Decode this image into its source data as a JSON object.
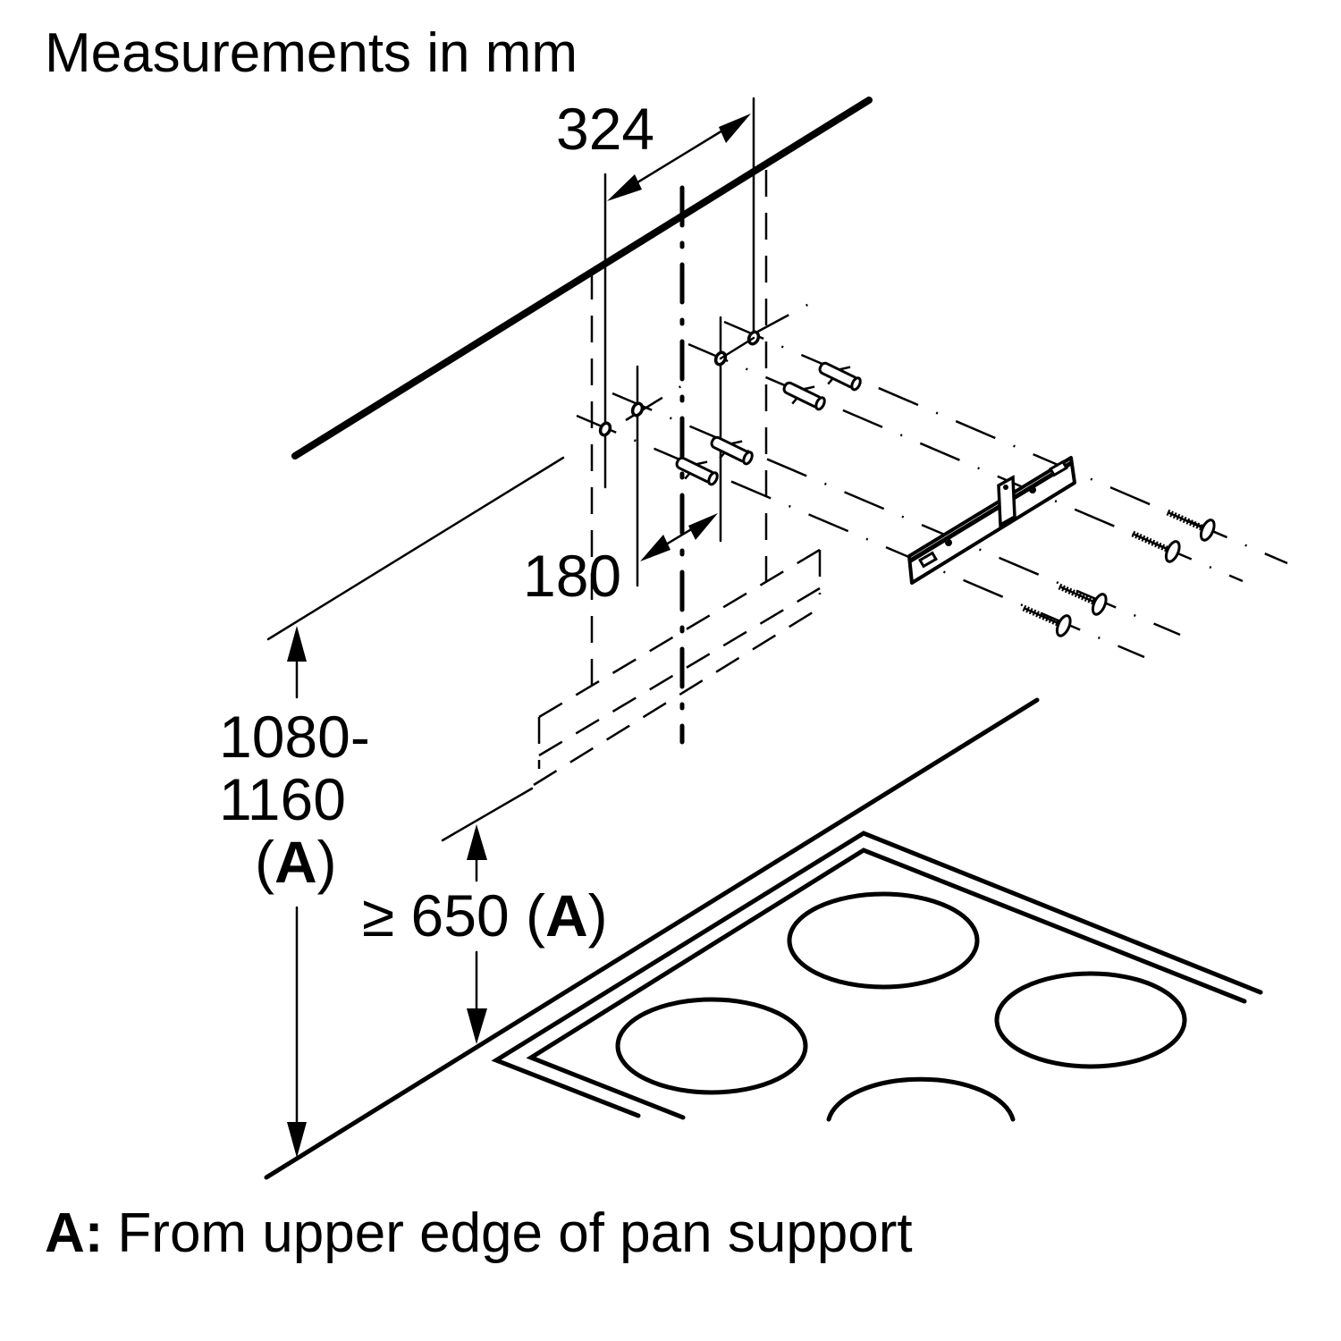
{
  "header": {
    "title": "Measurements in mm"
  },
  "dimensions": {
    "width_between_holes_top": "324",
    "width_between_holes_bottom": "180",
    "hood_height_line1": "1080-",
    "hood_height_line2": "1160",
    "hood_height_ref_open": "(",
    "hood_height_ref_letter": "A",
    "hood_height_ref_close": ")",
    "min_clearance_prefix": "≥ 650 (",
    "min_clearance_ref_letter": "A",
    "min_clearance_close": ")"
  },
  "footnote": {
    "key": "A:",
    "text": "From upper edge of pan support"
  },
  "parts": {
    "wall_plugs": 4,
    "screws": 4,
    "mounting_bracket": 1,
    "hob_burners": 4
  }
}
